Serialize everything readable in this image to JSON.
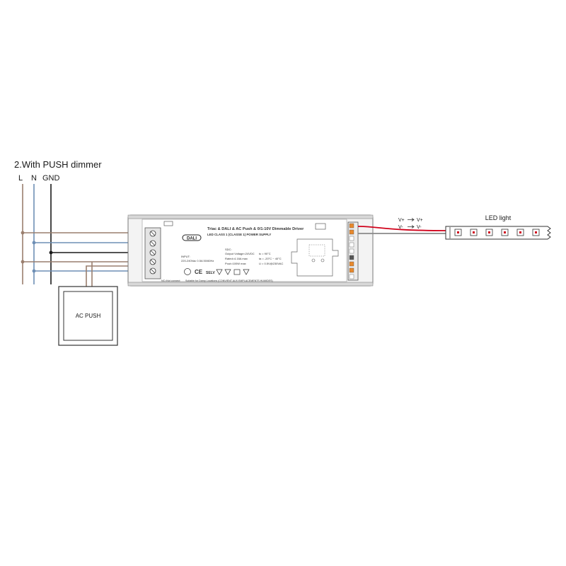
{
  "diagram": {
    "title": "2.With PUSH dimmer",
    "mains": {
      "l_label": "L",
      "n_label": "N",
      "gnd_label": "GND"
    },
    "ac_push_label": "AC PUSH",
    "led_label": "LED light",
    "output_labels": {
      "v_plus_left": "V+",
      "v_plus_right": "V+",
      "v_minus_left": "V-",
      "v_minus_right": "V-"
    },
    "driver": {
      "title": "Triac & DALI & AC Push & 0/1-10V Dimmable Driver",
      "subtitle": "LED CLASS 1 (CLASSE 1) POWER SUPPLY",
      "dali_logo": "DALI",
      "input_heading": "INPUT:",
      "input_spec": "220-240Vac  0.5A  50/60Hz",
      "dc_heading": "SDC:",
      "output_voltage": "Output Voltage=24VDC",
      "rated_current": "Rated=4.16A max",
      "power": "Pout=100W max",
      "tc_temp": "tc = 90°C",
      "ta_temp": "ta = -20°C ~ 40°C",
      "u_out": "U = 0.5V@230VAC",
      "ce_mark": "CE",
      "selv_mark": "SELV",
      "nc_note": "NC=Not connect",
      "suitable_note": "Suitable for Damp Locations (CONVIENT AUX EMPLACEMENTS HUMIDES)"
    },
    "colors": {
      "live_wire": "#9a7f6e",
      "neutral_wire": "#6e8fb5",
      "ground_wire": "#1a1a1a",
      "positive_output": "#d0021b",
      "negative_output": "#8a8a8a",
      "terminal_orange": "#e8892c"
    }
  }
}
